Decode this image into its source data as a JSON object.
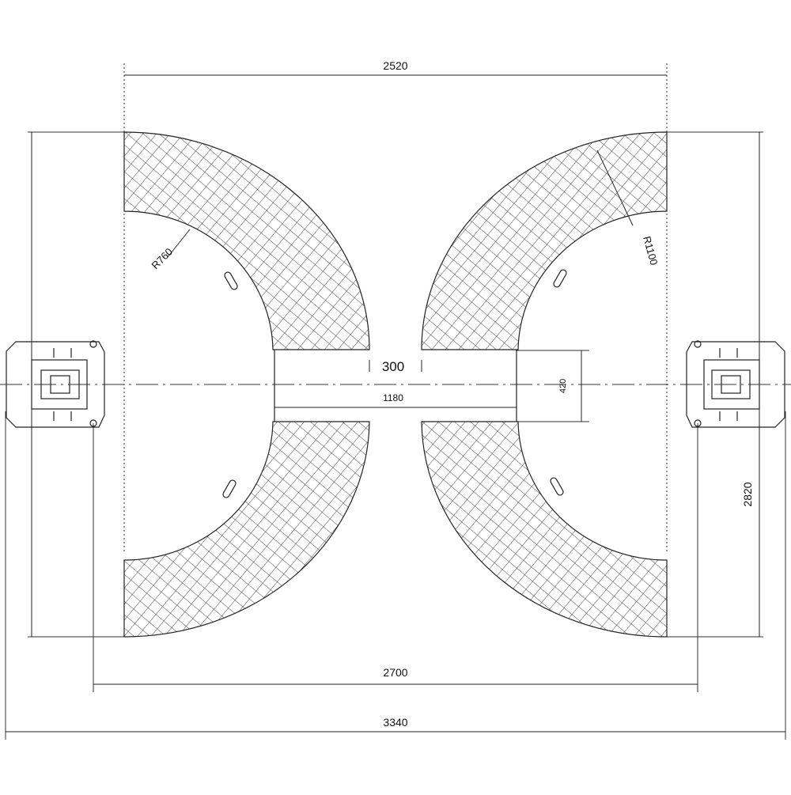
{
  "dimensions": {
    "top_width": "2520",
    "center_gap": "300",
    "center_width": "1180",
    "center_height": "420",
    "inner_radius": "R760",
    "outer_radius": "R1100",
    "right_height": "2820",
    "post_spacing": "2700",
    "overall_width": "3340"
  },
  "colors": {
    "line": "#222222",
    "hatch": "#333333",
    "background": "#ffffff"
  }
}
